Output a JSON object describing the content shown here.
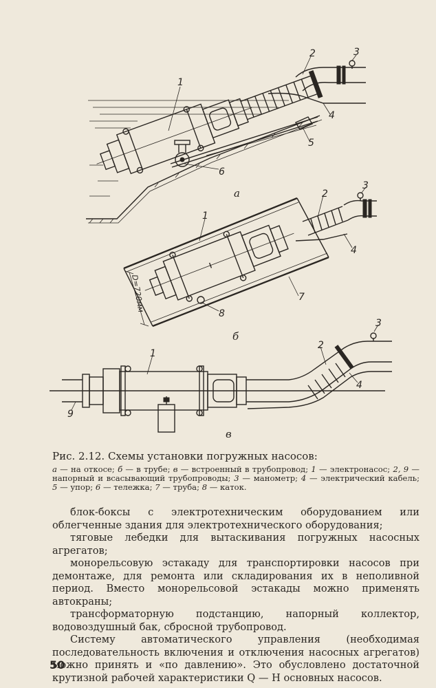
{
  "figure": {
    "callouts_a": [
      "1",
      "2",
      "3",
      "4",
      "5",
      "6"
    ],
    "callouts_b": [
      "1",
      "2",
      "3",
      "4",
      "7",
      "8"
    ],
    "callouts_c": [
      "1",
      "2",
      "3",
      "4",
      "9"
    ],
    "view_labels": [
      "а",
      "б",
      "в"
    ],
    "dimension_label": "D=720мм"
  },
  "caption": {
    "title": "Рис. 2.12. Схемы установки погружных насосов:",
    "legend": [
      {
        "key": "а",
        "text": " — на откосе; "
      },
      {
        "key": "б",
        "text": " — в трубе; "
      },
      {
        "key": "в",
        "text": " — встроенный в трубопровод; "
      },
      {
        "key": "1",
        "text": " — электронасос; "
      },
      {
        "key": "2, 9",
        "text": " — напорный и всасывающий трубопроводы; "
      },
      {
        "key": "3",
        "text": " — манометр; "
      },
      {
        "key": "4",
        "text": " — электрический кабель; "
      },
      {
        "key": "5",
        "text": " — упор; "
      },
      {
        "key": "6",
        "text": " — тележка; "
      },
      {
        "key": "7",
        "text": " — труба; "
      },
      {
        "key": "8",
        "text": " — каток."
      }
    ]
  },
  "body": {
    "paragraphs": [
      "блок-боксы с электротехническим оборудованием или облегченные здания для электротехнического оборудования;",
      "тяговые лебедки для вытаскивания погружных насосных агрегатов;",
      "монорельсовую эстакаду для транспортировки насосов при демонтаже, для ремонта или складирования их в неполивной период. Вместо монорельсовой эстакады можно применять автокраны;",
      "трансформаторную подстанцию, напорный коллектор, водовоздушный бак, сбросной трубопровод.",
      "Систему автоматического управления (необходимая последовательность включения и отключения насосных агрегатов) можно принять и «по давлению». Это обусловлено достаточной крутизной рабочей характеристики Q — H основных насосов."
    ]
  },
  "page_number": "50"
}
